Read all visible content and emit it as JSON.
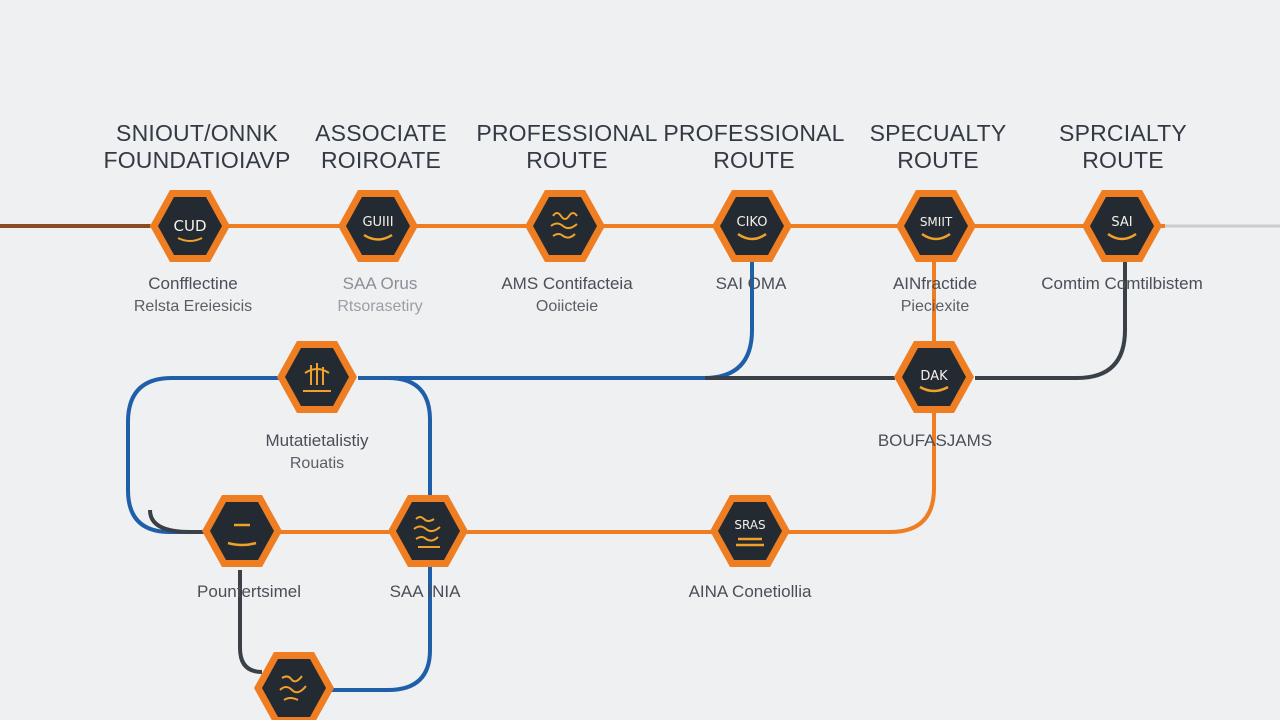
{
  "tracks": [
    {
      "line1": "SNIOUT/ONNK",
      "line2": "FOUNDATIOIAVP"
    },
    {
      "line1": "ASSOCIATE",
      "line2": "ROIROATE"
    },
    {
      "line1": "PROFESSIONAL",
      "line2": "ROUTE"
    },
    {
      "line1": "PROFESSIONAL",
      "line2": "ROUTE"
    },
    {
      "line1": "SPECUALTY",
      "line2": "ROUTE"
    },
    {
      "line1": "SPRCIALTY",
      "line2": "ROUTE"
    }
  ],
  "nodes": [
    {
      "id": "n1",
      "badge": "CUD",
      "icon": "certification-badge-icon",
      "label1": "Confflectine",
      "label2": "Relsta Ereiesicis"
    },
    {
      "id": "n2",
      "badge": "GUIII",
      "icon": "certification-badge-icon",
      "label1": "SAA Orus",
      "label2": "Rtsorasetiry"
    },
    {
      "id": "n3",
      "badge": "",
      "icon": "scribble-badge-icon",
      "label1": "AMS Contifacteia",
      "label2": "Ooiicteie"
    },
    {
      "id": "n4",
      "badge": "CIKO",
      "icon": "certification-badge-icon",
      "label1": "SAI OMA",
      "label2": ""
    },
    {
      "id": "n5",
      "badge": "SMIIT",
      "icon": "certification-badge-icon",
      "label1": "AINfractide",
      "label2": "Pieciexite"
    },
    {
      "id": "n6",
      "badge": "SAI",
      "icon": "certification-badge-icon",
      "label1": "Comtim Comtilbistem",
      "label2": ""
    },
    {
      "id": "n7",
      "badge": "",
      "icon": "scribble-badge-icon",
      "label1": "Mutatietalistiy",
      "label2": "Rouatis"
    },
    {
      "id": "n8",
      "badge": "DAK",
      "icon": "certification-badge-icon",
      "label1": "BOUFASJAMS",
      "label2": ""
    },
    {
      "id": "n9",
      "badge": "",
      "icon": "certification-badge-icon",
      "label1": "Pountertsimel",
      "label2": ""
    },
    {
      "id": "n10",
      "badge": "",
      "icon": "scribble-badge-icon",
      "label1": "SAA INIA",
      "label2": ""
    },
    {
      "id": "n11",
      "badge": "SRAS",
      "icon": "certification-badge-icon",
      "label1": "AINA Conetiollia",
      "label2": ""
    },
    {
      "id": "n12",
      "badge": "",
      "icon": "scribble-badge-icon",
      "label1": "",
      "label2": ""
    }
  ],
  "colors": {
    "background": "#eef0f2",
    "orange": "#ef7d22",
    "blue": "#1f5ea8",
    "charcoal": "#3a4048",
    "hex_fill": "#232a31",
    "glyph": "#f0a12a"
  }
}
